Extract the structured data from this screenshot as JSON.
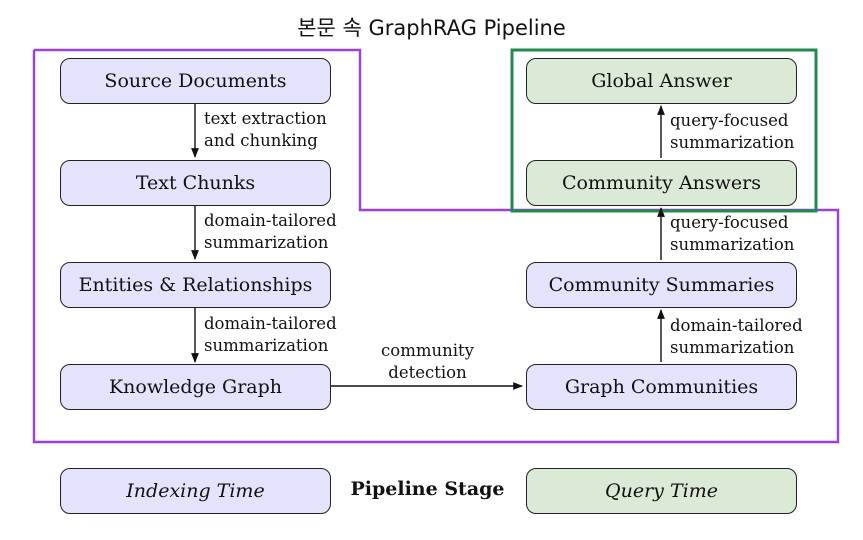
{
  "title": "본문 속 GraphRAG Pipeline",
  "colors": {
    "indexing_region": "#9b3fe0",
    "query_region": "#1f8a4c",
    "indexing_fill": "#e3e3fb",
    "query_fill": "#dbe9d7"
  },
  "nodes": {
    "source_documents": "Source Documents",
    "text_chunks": "Text Chunks",
    "entities_relationships": "Entities & Relationships",
    "knowledge_graph": "Knowledge Graph",
    "graph_communities": "Graph Communities",
    "community_summaries": "Community Summaries",
    "community_answers": "Community Answers",
    "global_answer": "Global Answer"
  },
  "edges": {
    "e1": [
      "text extraction",
      "and chunking"
    ],
    "e2": [
      "domain-tailored",
      "summarization"
    ],
    "e3": [
      "domain-tailored",
      "summarization"
    ],
    "e4": [
      "community",
      "detection"
    ],
    "e5": [
      "domain-tailored",
      "summarization"
    ],
    "e6": [
      "query-focused",
      "summarization"
    ],
    "e7": [
      "query-focused",
      "summarization"
    ]
  },
  "legend": {
    "indexing": "Indexing Time",
    "stage": "Pipeline Stage",
    "query": "Query Time"
  }
}
